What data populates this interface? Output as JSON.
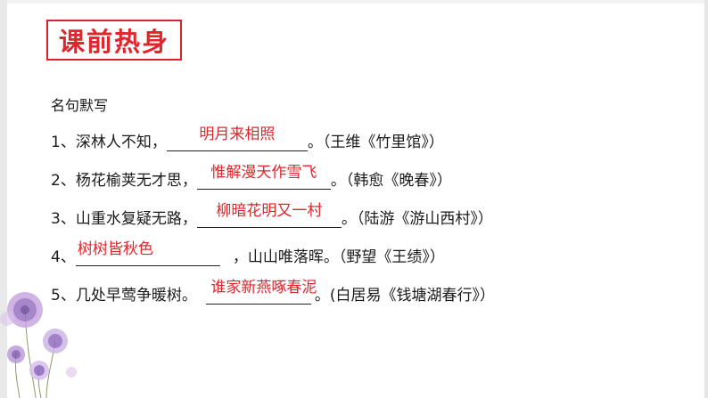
{
  "title": "课前热身",
  "subtitle": "名句默写",
  "items": [
    {
      "prefix": "1、深林人不知，",
      "answer": "明月来相照",
      "suffix": "。（王维《竹里馆》）"
    },
    {
      "prefix": "2、杨花榆荚无才思，",
      "answer": "惟解漫天作雪飞",
      "suffix": "。（韩愈《晚春》）"
    },
    {
      "prefix": "3、山重水复疑无路，",
      "answer": "柳暗花明又一村",
      "suffix": "。（陆游《游山西村》）"
    },
    {
      "prefix": "4、",
      "answer": "树树皆秋色",
      "suffix": "，山山唯落晖。（野望《王绩》）"
    },
    {
      "prefix": "5、几处早莺争暖树。",
      "answer": "谁家新燕啄春泥",
      "suffix": "。(白居易《钱塘湖春行》）"
    }
  ],
  "colors": {
    "accent": "#e0262c",
    "text": "#1a1a1a",
    "dandelion": [
      "#b28bd1",
      "#7e5bb0",
      "#d8c3ea"
    ]
  },
  "decoration": "dandelion-illustration"
}
